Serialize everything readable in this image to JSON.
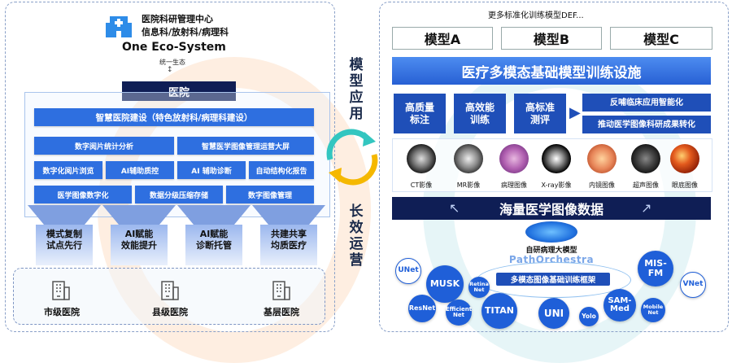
{
  "left": {
    "header_line1": "医院科研管理中心",
    "header_line2": "信息科/放射科/病理科",
    "ecosystem": "One Eco-System",
    "unified": "统一生态",
    "hospital": "医院",
    "smart_hospital": "智慧医院建设（特色放射科/病理科建设）",
    "grid": [
      [
        "数字阅片统计分析",
        "智慧医学图像管理运营大屏"
      ],
      [
        "数字化阅片浏览",
        "AI辅助质控",
        "AI 辅助诊断",
        "自动结构化报告"
      ],
      [
        "医学图像数字化",
        "数据分级压缩存储",
        "数字图像管理"
      ]
    ],
    "pillars": [
      "模式复制\n试点先行",
      "AI赋能\n效能提升",
      "AI赋能\n诊断托管",
      "共建共享\n均质医疗"
    ],
    "hospitals": [
      "市级医院",
      "县级医院",
      "基层医院"
    ]
  },
  "middle": {
    "top_label": "模型应用",
    "bottom_label": "长效运营"
  },
  "right": {
    "more_models": "更多标准化训练模型DEF...",
    "models": [
      "模型A",
      "模型B",
      "模型C"
    ],
    "facility": "医疗多模态基础模型训练设施",
    "tiles": [
      "高质量\n标注",
      "高效能\n训练",
      "高标准\n测评"
    ],
    "feedback": [
      "反哺临床应用智能化",
      "推动医学图像科研成果转化"
    ],
    "images": [
      "CT影像",
      "MR影像",
      "病理图像",
      "X-ray影像",
      "内镜图像",
      "超声图像",
      "眼底图像"
    ],
    "massive_data": "海量医学图像数据",
    "brain_title": "自研病理大模型",
    "brain_name": "PathOrchestra",
    "framework": "多模态图像基础训练框架",
    "bubbles": [
      "UNet",
      "MUSK",
      "Retina\nNet",
      "MIS-\nFM",
      "VNet",
      "ResNet",
      "Efficient\nNet",
      "TITAN",
      "UNI",
      "Yolo",
      "SAM-\nMed",
      "Mobile\nNet"
    ]
  },
  "colors": {
    "primary": "#2e6fe0",
    "dark": "#1f4fb8",
    "arrow_yellow": "#f5b800",
    "arrow_teal": "#33c6c0"
  }
}
